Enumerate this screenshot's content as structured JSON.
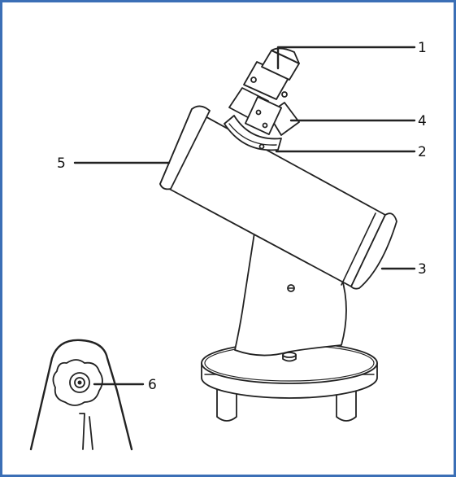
{
  "diagram": {
    "border_color": "#3b6fb6",
    "stroke_color": "#222222",
    "labels": [
      "1",
      "4",
      "2",
      "5",
      "3",
      "6"
    ]
  }
}
